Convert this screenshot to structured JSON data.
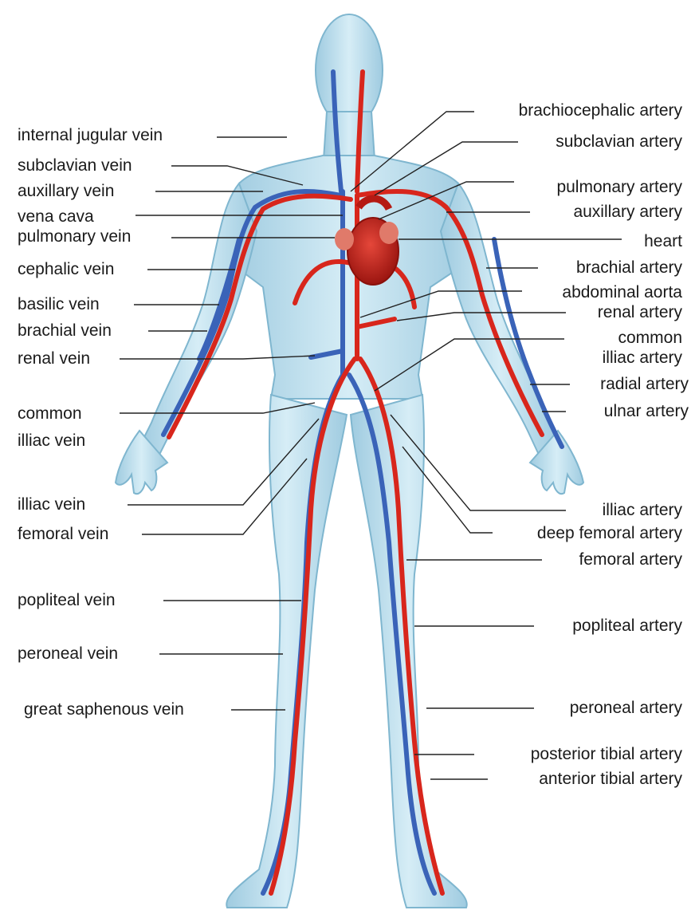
{
  "colors": {
    "skin": "#bfe0ef",
    "skin_edge": "#7fb6cf",
    "artery": "#d8261c",
    "vein": "#3a63b8",
    "leader": "#222222",
    "text": "#1a1a1a"
  },
  "labels_left": {
    "internal_jugular_vein": "internal jugular vein",
    "subclavian_vein": "subclavian vein",
    "auxillary_vein": "auxillary vein",
    "vena_cava": "vena cava",
    "pulmonary_vein": "pulmonary vein",
    "cephalic_vein": "cephalic vein",
    "basilic_vein": "basilic vein",
    "brachial_vein": "brachial vein",
    "renal_vein": "renal vein",
    "common_illiac_vein_1": "common",
    "common_illiac_vein_2": "illiac vein",
    "illiac_vein": "illiac vein",
    "femoral_vein": "femoral vein",
    "popliteal_vein": "popliteal vein",
    "peroneal_vein": "peroneal vein",
    "great_saphenous_vein": "great saphenous vein"
  },
  "labels_right": {
    "brachiocephalic_artery": "brachiocephalic artery",
    "subclavian_artery": "subclavian artery",
    "pulmonary_artery": "pulmonary artery",
    "auxillary_artery": "auxillary artery",
    "heart": "heart",
    "brachial_artery": "brachial artery",
    "abdominal_aorta": "abdominal aorta",
    "renal_artery": "renal artery",
    "common_illiac_artery_1": "common",
    "common_illiac_artery_2": "illiac artery",
    "radial_artery": "radial artery",
    "ulnar_artery": "ulnar artery",
    "illiac_artery": "illiac artery",
    "deep_femoral_artery": "deep femoral artery",
    "femoral_artery": "femoral artery",
    "popliteal_artery": "popliteal artery",
    "peroneal_artery": "peroneal artery",
    "posterior_tibial_artery": "posterior tibial artery",
    "anterior_tibial_artery": "anterior tibial artery"
  }
}
